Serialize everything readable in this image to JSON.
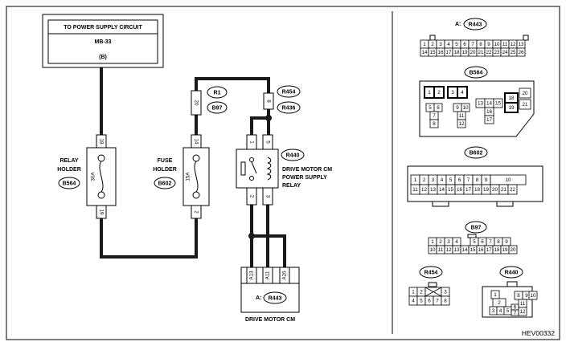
{
  "power_box": {
    "line1": "TO POWER SUPPLY CIRCUIT",
    "line2": "MB-33",
    "line3": "(B)"
  },
  "relay_holder": {
    "line1": "RELAY",
    "line2": "HOLDER",
    "conn": "B564",
    "pin_top": "18",
    "pin_bottom": "19",
    "rating": "30A"
  },
  "fuse_holder": {
    "line1": "FUSE",
    "line2": "HOLDER",
    "conn": "B602",
    "pin_top": "14",
    "pin_bottom": "2",
    "rating": "15A"
  },
  "splice_r1": {
    "conn_a": "R1",
    "conn_b": "B97",
    "pin": "20"
  },
  "splice_r454": {
    "conn_a": "R454",
    "conn_b": "R436",
    "pin": "8"
  },
  "relay": {
    "conn": "R440",
    "line1": "DRIVE MOTOR CM",
    "line2": "POWER SUPPLY",
    "line3": "RELAY",
    "pin_top_left": "1",
    "pin_top_right": "5",
    "pin_bot_left": "2",
    "pin_bot_right": "3"
  },
  "drive_motor": {
    "prefix": "A:",
    "conn": "R443",
    "label": "DRIVE MOTOR CM",
    "pins": [
      "A13",
      "A11",
      "A26"
    ]
  },
  "connectors": {
    "r443": {
      "prefix": "A:",
      "name": "R443",
      "row1": [
        "1",
        "2",
        "3",
        "4",
        "5",
        "6",
        "7",
        "8",
        "9",
        "10",
        "11",
        "12",
        "13"
      ],
      "row2": [
        "14",
        "15",
        "16",
        "17",
        "18",
        "19",
        "20",
        "21",
        "22",
        "23",
        "24",
        "25",
        "26"
      ]
    },
    "b564": {
      "name": "B564",
      "pins": [
        "1",
        "2",
        "3",
        "4",
        "5",
        "6",
        "7",
        "8",
        "9",
        "10",
        "11",
        "12",
        "13",
        "14",
        "15",
        "16",
        "17",
        "18",
        "19",
        "20",
        "21"
      ]
    },
    "b602": {
      "name": "B602",
      "row1": [
        "1",
        "2",
        "3",
        "4",
        "5",
        "6",
        "7",
        "8",
        "9",
        "10"
      ],
      "row2": [
        "11",
        "12",
        "13",
        "14",
        "15",
        "16",
        "17",
        "18",
        "19",
        "20",
        "21",
        "22"
      ]
    },
    "b97": {
      "name": "B97",
      "row1": [
        "1",
        "2",
        "3",
        "4",
        "5",
        "6",
        "7",
        "8",
        "9"
      ],
      "row2": [
        "10",
        "11",
        "12",
        "13",
        "14",
        "15",
        "16",
        "17",
        "18",
        "19",
        "20"
      ]
    },
    "r454": {
      "name": "R454",
      "pins": [
        "1",
        "2",
        "3",
        "4",
        "5",
        "6",
        "7",
        "8"
      ]
    },
    "r440": {
      "name": "R440",
      "pins": [
        "1",
        "2",
        "3",
        "4",
        "5",
        "6",
        "7",
        "8",
        "9",
        "10",
        "11",
        "12"
      ]
    }
  },
  "figure_code": "HEV00332"
}
